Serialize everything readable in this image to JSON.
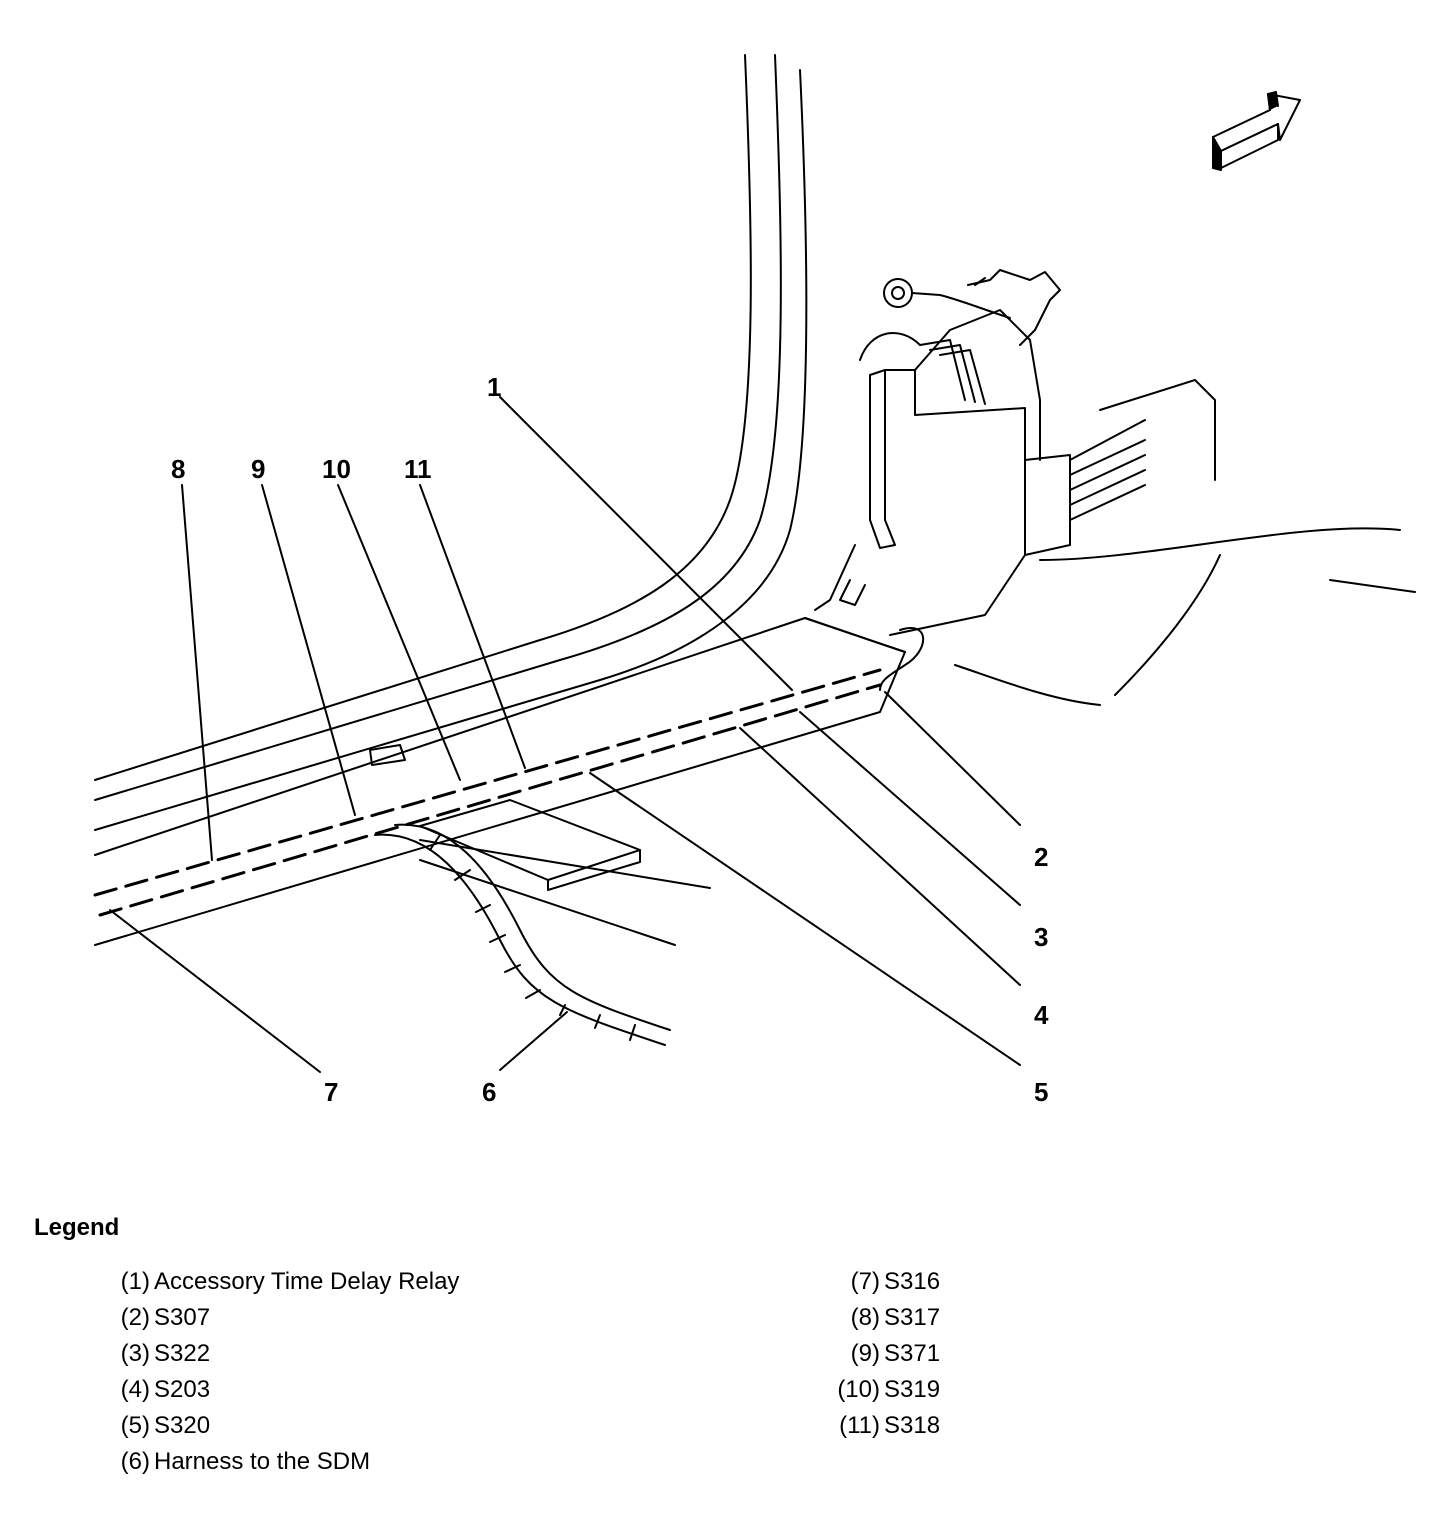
{
  "callouts": [
    "1",
    "2",
    "3",
    "4",
    "5",
    "6",
    "7",
    "8",
    "9",
    "10",
    "11"
  ],
  "legend": {
    "title": "Legend",
    "left": [
      {
        "num": "(1)",
        "text": "Accessory Time Delay Relay"
      },
      {
        "num": "(2)",
        "text": "S307"
      },
      {
        "num": "(3)",
        "text": "S322"
      },
      {
        "num": "(4)",
        "text": "S203"
      },
      {
        "num": "(5)",
        "text": "S320"
      },
      {
        "num": "(6)",
        "text": "Harness to the SDM"
      }
    ],
    "right": [
      {
        "num": "(7)",
        "text": "S316"
      },
      {
        "num": "(8)",
        "text": "S317"
      },
      {
        "num": "(9)",
        "text": "S371"
      },
      {
        "num": "(10)",
        "text": "S319"
      },
      {
        "num": "(11)",
        "text": "S318"
      }
    ]
  }
}
